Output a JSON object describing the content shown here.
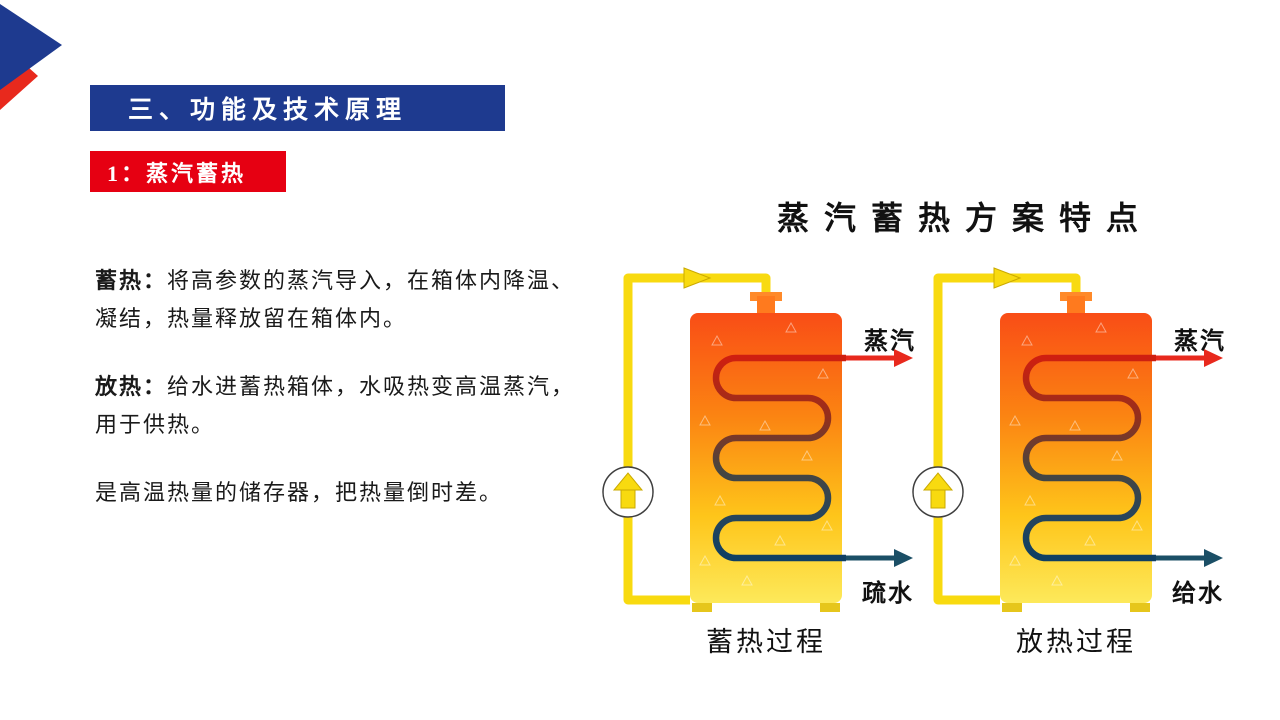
{
  "header": {
    "title": "三、功能及技术原理"
  },
  "badge": {
    "label": "1：蒸汽蓄热"
  },
  "body": {
    "paragraphs": [
      {
        "lead": "蓄热：",
        "text": "将高参数的蒸汽导入，在箱体内降温、凝结，热量释放留在箱体内。"
      },
      {
        "lead": "放热：",
        "text": "给水进蓄热箱体，水吸热变高温蒸汽，用于供热。"
      },
      {
        "lead": "",
        "text": "是高温热量的储存器，把热量倒时差。"
      }
    ]
  },
  "diagram": {
    "title": "蒸汽蓄热方案特点",
    "charge": {
      "steam_label": "蒸汽",
      "water_label": "疏水",
      "caption": "蓄热过程"
    },
    "discharge": {
      "steam_label": "蒸汽",
      "water_label": "给水",
      "caption": "放热过程"
    }
  },
  "colors": {
    "header_blue": "#1e3a8f",
    "badge_red": "#e60012",
    "steam_arrow": "#e8291d",
    "water_arrow": "#1b4f66",
    "pipe_yellow": "#f8da10",
    "tank_top": "#f94d16",
    "tank_bottom": "#fde95a",
    "coil_top": "#cf1f10",
    "coil_bottom": "#0f3f63"
  }
}
